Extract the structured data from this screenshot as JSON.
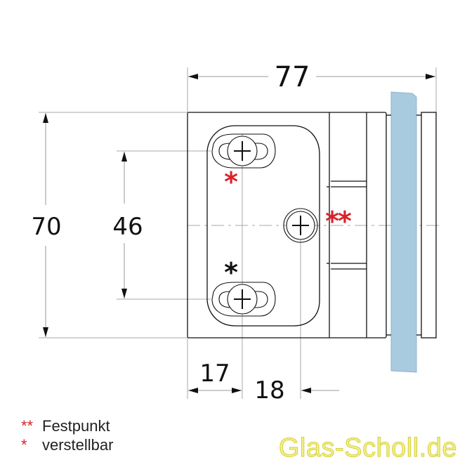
{
  "drawing": {
    "dimensions": {
      "width_total": "77",
      "height_total": "70",
      "hole_spacing": "46",
      "left_offset": "17",
      "center_offset": "18"
    },
    "markers": {
      "fixed_point": "**",
      "adjustable": "*"
    },
    "colors": {
      "glass": "#a9cbe0",
      "marker_red": "#d8232a",
      "line": "#111111",
      "dimension_line": "#9a9a9a",
      "brand_fill": "#f5f08a"
    }
  },
  "legend": {
    "items": [
      {
        "symbol": "**",
        "label": "Festpunkt"
      },
      {
        "symbol": "*",
        "label": "verstellbar"
      }
    ]
  },
  "brand": {
    "text": "Glas-Scholl.de"
  }
}
